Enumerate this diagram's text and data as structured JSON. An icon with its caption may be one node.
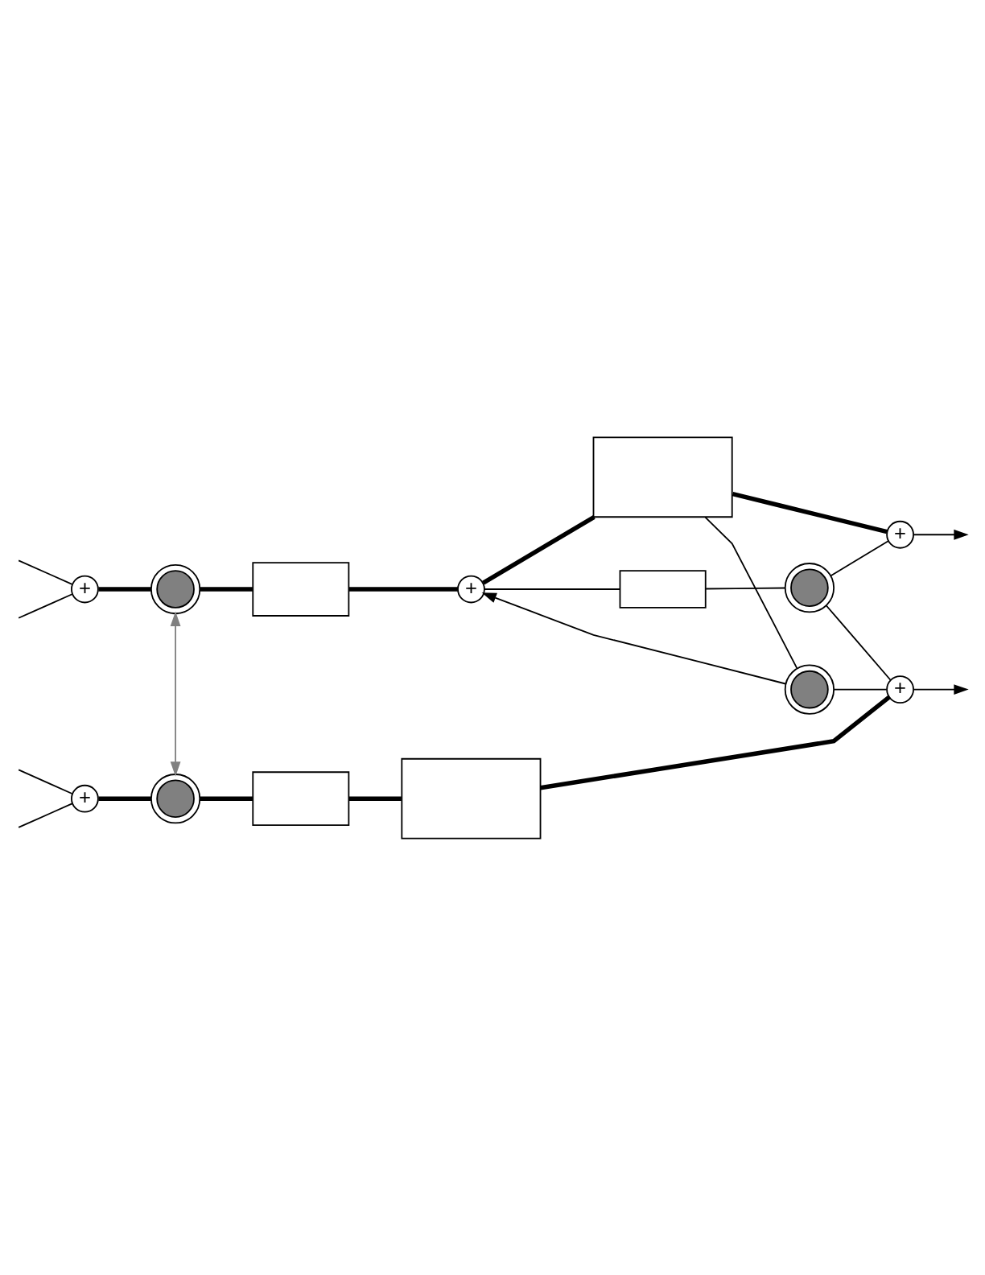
{
  "diagram": {
    "nodes": [
      {
        "text": [
          "+"
        ]
      },
      {
        "text": [],
        "shape": "circle"
      },
      {
        "text": [],
        "shape": "box"
      },
      {
        "text": [
          "+"
        ]
      },
      {
        "text": [],
        "shape": "box"
      },
      {
        "text": [],
        "shape": "circle"
      },
      {
        "text": [],
        "shape": "box"
      },
      {
        "text": [],
        "shape": "circle"
      },
      {
        "text": [
          "+"
        ]
      },
      {
        "text": [
          "+"
        ]
      },
      {
        "text": [],
        "shape": "circle"
      },
      {
        "text": [],
        "shape": "box"
      },
      {
        "text": [],
        "shape": "box"
      },
      {
        "text": [
          "+"
        ]
      }
    ],
    "edges": [
      {
        "from": null,
        "to": 0,
        "arrow": "none"
      },
      {
        "from": null,
        "to": 0,
        "arrow": "none"
      },
      {
        "from": 0,
        "to": 1,
        "arrow": "none",
        "style": "thick"
      },
      {
        "from": 1,
        "to": 2,
        "arrow": "none",
        "style": "thick"
      },
      {
        "from": 2,
        "to": 3,
        "arrow": "none",
        "style": "thick"
      },
      {
        "from": 3,
        "to": 6,
        "arrow": "none",
        "style": "thick"
      },
      {
        "from": 3,
        "to": 4,
        "arrow": "none"
      },
      {
        "from": 4,
        "to": 5,
        "arrow": "none"
      },
      {
        "from": 5,
        "to": 8,
        "arrow": "none"
      },
      {
        "from": 5,
        "to": 13,
        "arrow": "none"
      },
      {
        "from": 6,
        "to": 8,
        "arrow": "none",
        "style": "thick"
      },
      {
        "from": 6,
        "to": 7,
        "arrow": "none"
      },
      {
        "from": 7,
        "to": 3,
        "arrow": "to"
      },
      {
        "from": 7,
        "to": 13,
        "arrow": "none"
      },
      {
        "from": 8,
        "to": null,
        "arrow": "to"
      },
      {
        "from": 10,
        "to": 1,
        "arrow": "both",
        "color": "#808080"
      },
      {
        "from": null,
        "to": 9,
        "arrow": "none"
      },
      {
        "from": null,
        "to": 9,
        "arrow": "none"
      },
      {
        "from": 9,
        "to": 10,
        "arrow": "none",
        "style": "thick"
      },
      {
        "from": 10,
        "to": 11,
        "arrow": "none",
        "style": "thick"
      },
      {
        "from": 11,
        "to": 12,
        "arrow": "none",
        "style": "thick"
      },
      {
        "from": 12,
        "to": 13,
        "arrow": "none",
        "style": "thick"
      },
      {
        "from": 13,
        "to": null,
        "arrow": "to"
      }
    ]
  }
}
